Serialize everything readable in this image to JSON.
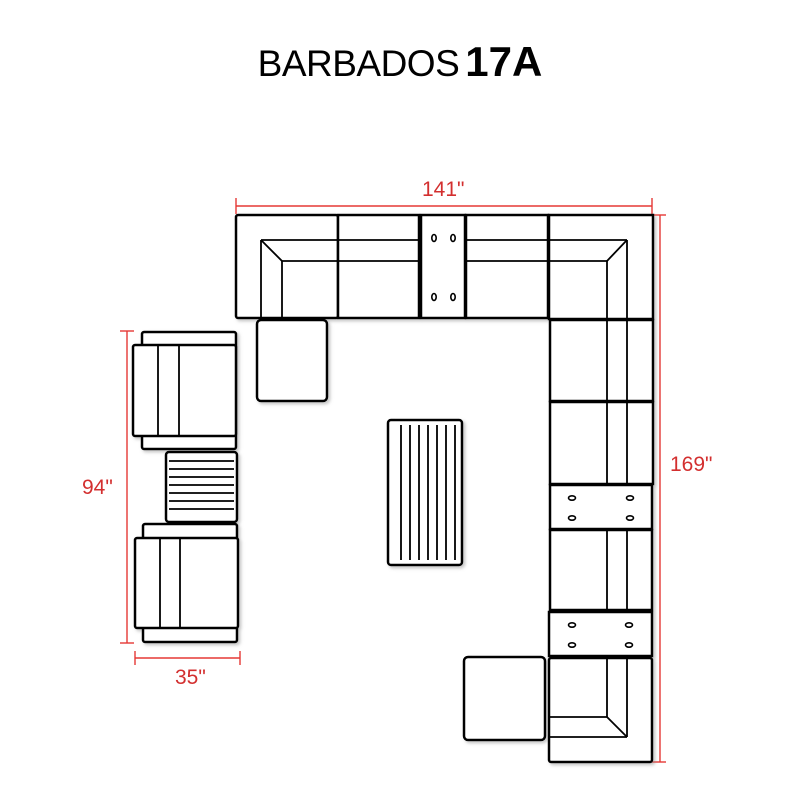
{
  "title": {
    "name": "BARBADOS",
    "model": "17A"
  },
  "dimensions": {
    "width_top": "141\"",
    "depth_right": "169\"",
    "left_group_length": "94\"",
    "left_group_depth": "35\""
  },
  "colors": {
    "dimension": "#d32f2f",
    "outline": "#000000"
  }
}
